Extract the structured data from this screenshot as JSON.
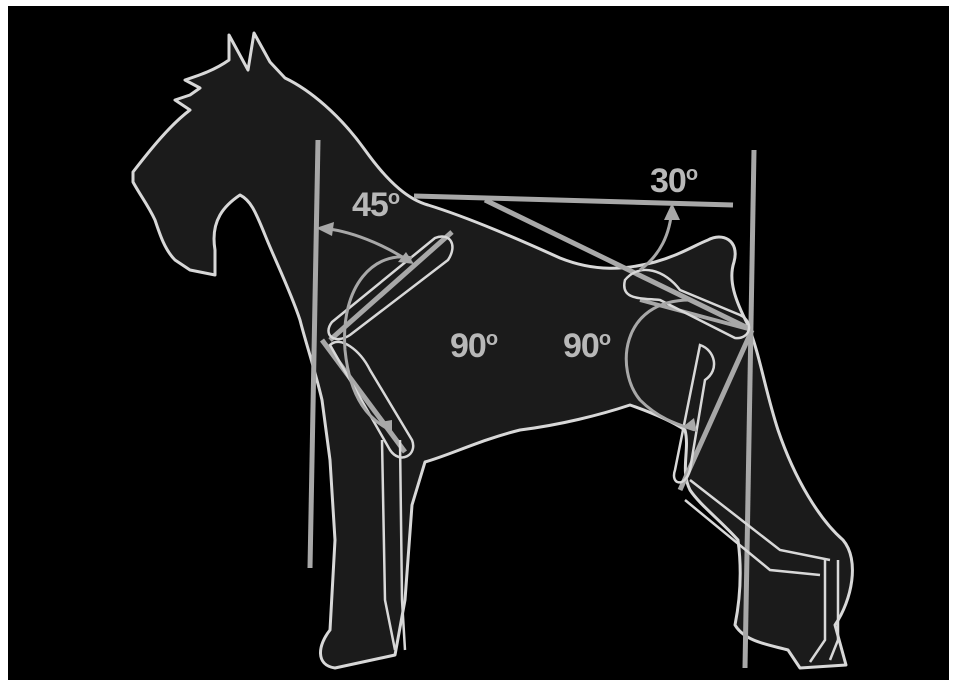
{
  "colors": {
    "background": "#000000",
    "frame": "#ffffff",
    "body_fill": "#1b1b1b",
    "outline": "#d8d8d8",
    "guide_lines": "#a8a8a8",
    "labels": "#b8b8b8"
  },
  "angles": [
    {
      "value": "45",
      "unit": "o"
    },
    {
      "value": "30",
      "unit": "o"
    },
    {
      "value": "90",
      "unit": "o"
    },
    {
      "value": "90",
      "unit": "o"
    }
  ]
}
